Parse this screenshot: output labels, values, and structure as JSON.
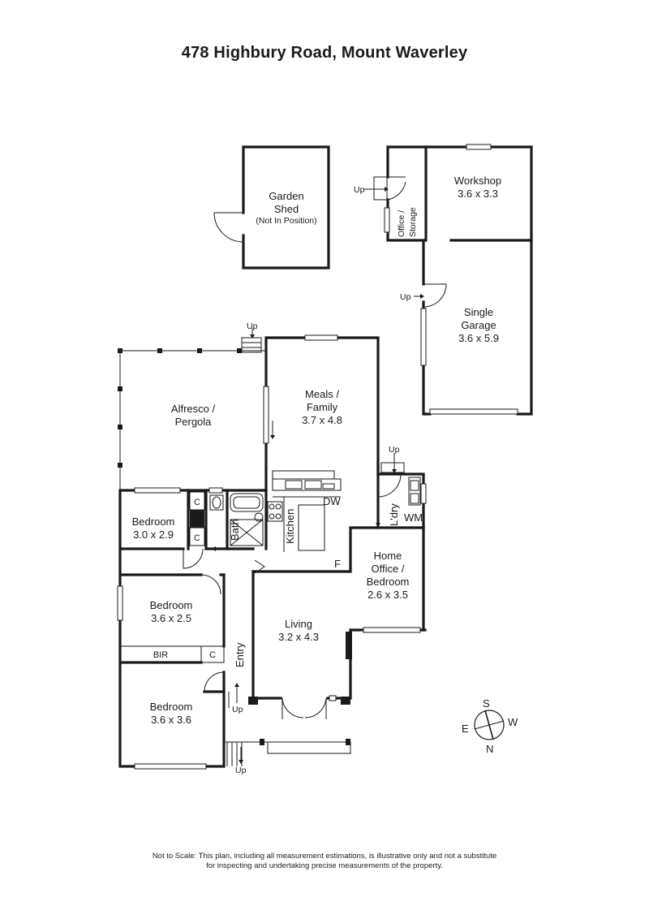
{
  "title": "478 Highbury Road, Mount Waverley",
  "rooms": {
    "garden_shed": {
      "line1": "Garden",
      "line2": "Shed",
      "line3": "(Not In Position)"
    },
    "workshop": {
      "name": "Workshop",
      "size": "3.6 x 3.3"
    },
    "office_storage": {
      "line1": "Office /",
      "line2": "Storage"
    },
    "single_garage": {
      "line1": "Single",
      "line2": "Garage",
      "size": "3.6 x 5.9"
    },
    "alfresco": {
      "line1": "Alfresco /",
      "line2": "Pergola"
    },
    "meals_family": {
      "line1": "Meals /",
      "line2": "Family",
      "size": "3.7 x 4.8"
    },
    "bedroom1": {
      "name": "Bedroom",
      "size": "3.0 x 2.9"
    },
    "bath": {
      "name": "Bath"
    },
    "kitchen": {
      "name": "Kitchen"
    },
    "dw": {
      "name": "DW"
    },
    "laundry": {
      "name": "L'dry"
    },
    "wm": {
      "name": "WM"
    },
    "home_office": {
      "line1": "Home",
      "line2": "Office /",
      "line3": "Bedroom",
      "size": "2.6 x 3.5"
    },
    "fridge": {
      "name": "F"
    },
    "bedroom2": {
      "name": "Bedroom",
      "size": "3.6 x 2.5"
    },
    "bir": {
      "name": "BIR"
    },
    "entry": {
      "name": "Entry"
    },
    "living": {
      "name": "Living",
      "size": "3.2 x 4.3"
    },
    "bedroom3": {
      "name": "Bedroom",
      "size": "3.6 x 3.6"
    }
  },
  "labels": {
    "up": "Up",
    "cupboard": "C"
  },
  "compass": {
    "s": "S",
    "w": "W",
    "e": "E",
    "n": "N"
  },
  "disclaimer": {
    "line1": "Not to Scale: This plan, including all measurement estimations, is illustrative only and not a substitute",
    "line2": "for inspecting and undertaking precise measurements of the property."
  }
}
